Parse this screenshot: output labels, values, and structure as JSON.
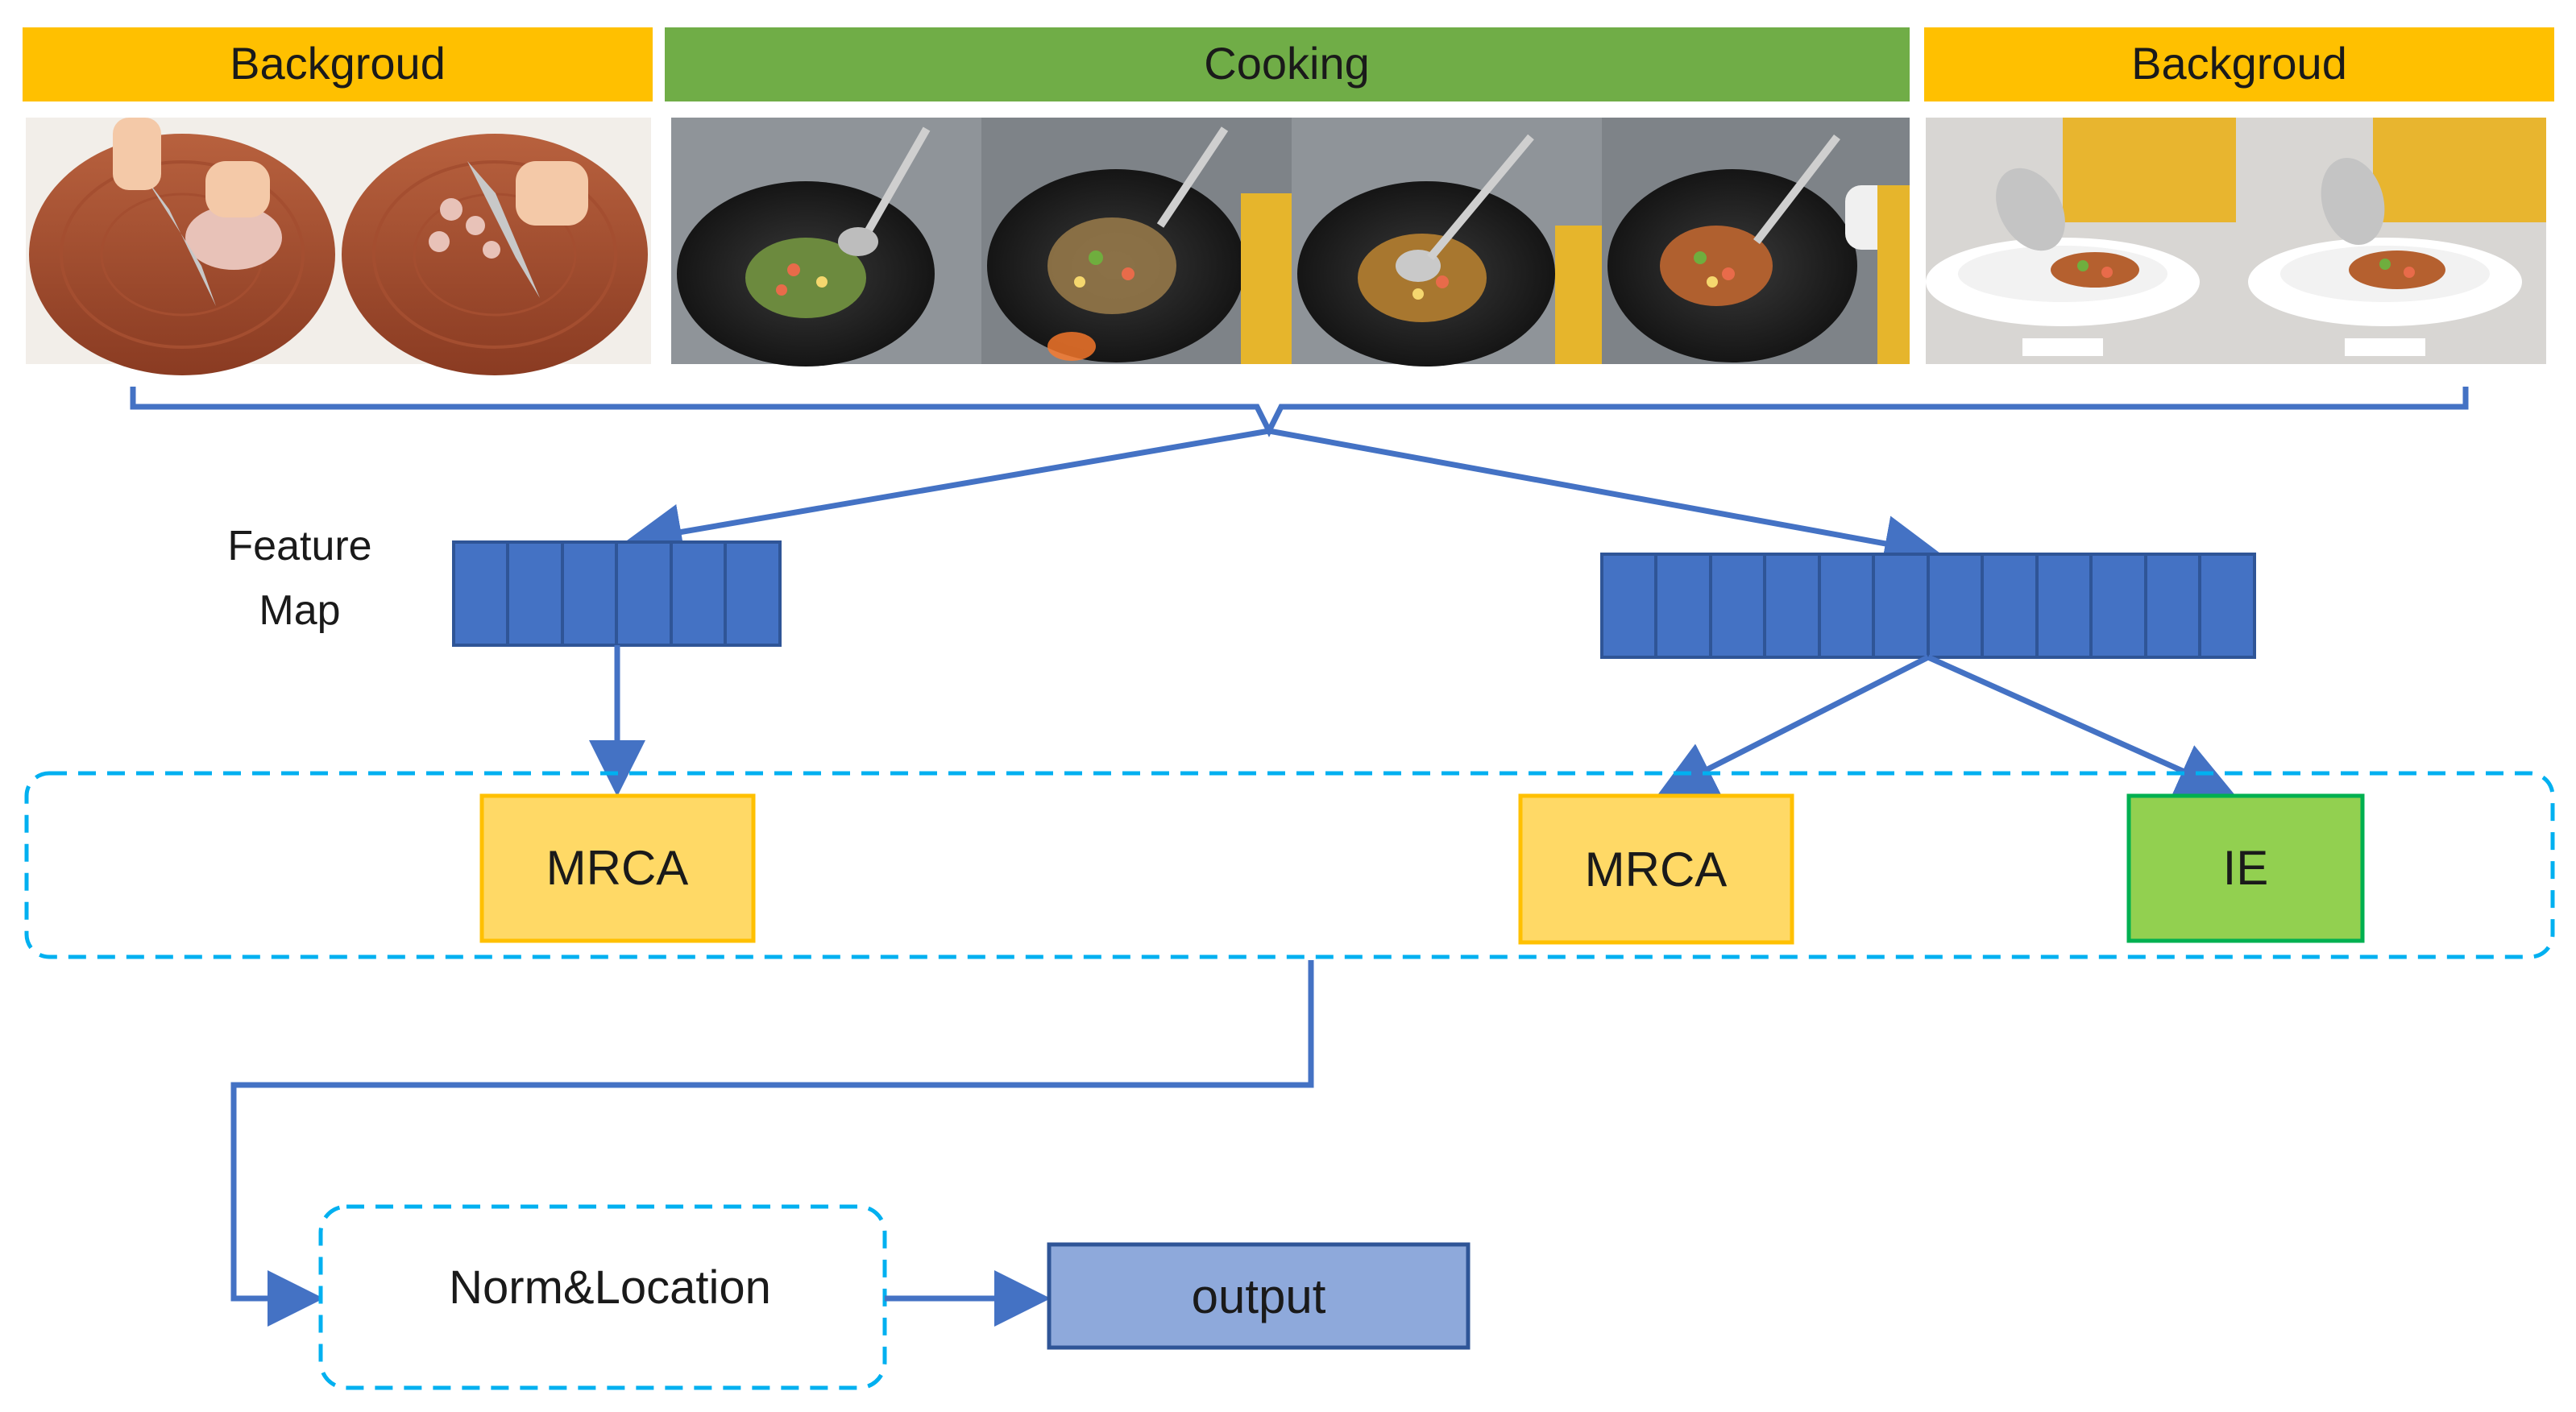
{
  "segments": {
    "left_label": "Backgroud",
    "middle_label": "Cooking",
    "right_label": "Backgroud"
  },
  "frames": {
    "left": [
      "cutting-board-frame",
      "cutting-board-frame"
    ],
    "middle": [
      "wok-frame",
      "wok-frame",
      "wok-frame",
      "wok-frame"
    ],
    "right": [
      "plating-frame",
      "plating-frame"
    ]
  },
  "feature_map_label_line1": "Feature",
  "feature_map_label_line2": "Map",
  "feature_maps": {
    "left_cells": 6,
    "right_cells": 12
  },
  "modules": {
    "mrca_left": "MRCA",
    "mrca_right": "MRCA",
    "ie": "IE"
  },
  "norm_location": "Norm&Location",
  "output": "output",
  "colors": {
    "segment_orange": "#FFC000",
    "segment_green": "#70AD47",
    "feature_blue": "#4472C4",
    "arrow_blue": "#4472C4",
    "mrca_fill": "#FFD966",
    "mrca_border": "#FFC000",
    "ie_fill": "#92D050",
    "ie_border": "#00B050",
    "dashed_border": "#00B0F0",
    "output_fill": "#8EA9DB",
    "output_border": "#2F5597"
  }
}
